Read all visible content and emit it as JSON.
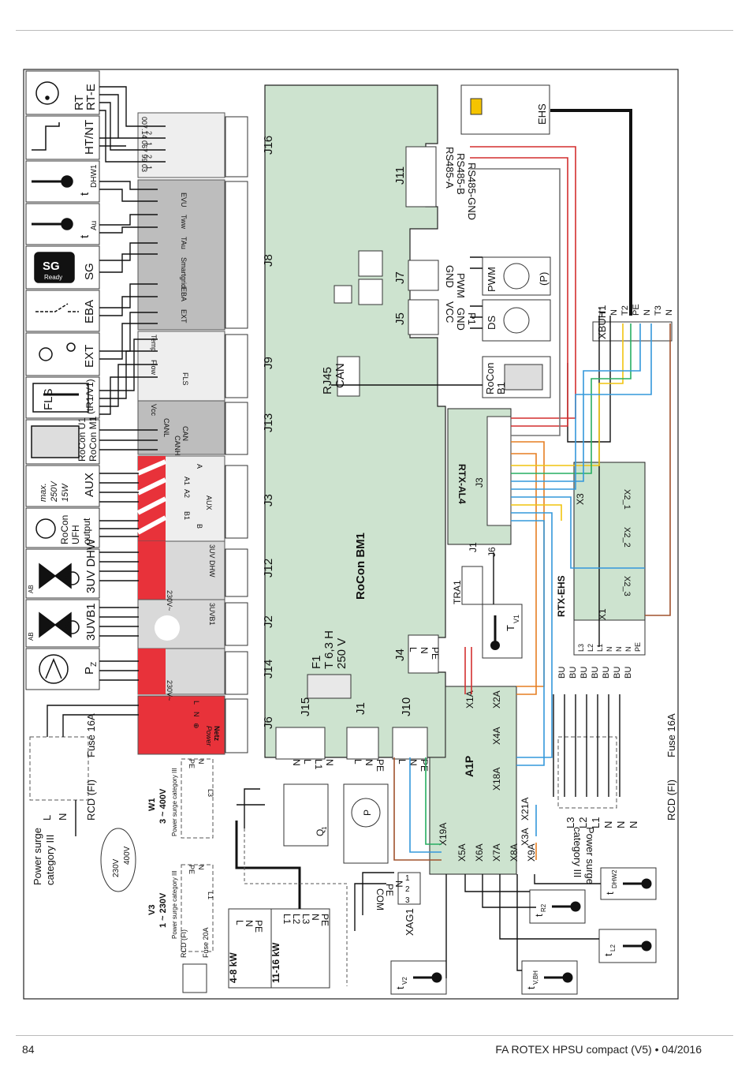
{
  "footer": {
    "page_number": "84",
    "doc_ref": "FA ROTEX HPSU compact (V5) • 04/2016"
  },
  "devices": {
    "rt": [
      "RT",
      "RT-E"
    ],
    "ht_nt": "HT/NT",
    "tdhw1": "t",
    "tdhw1_sub": "DHW1",
    "tau": "t",
    "tau_sub": "Au",
    "sg": "SG",
    "sg_logo": "SG",
    "sg_logo_sub": "Ready",
    "eba": "EBA",
    "ext": "EXT",
    "fls": "FLS",
    "fls_sub": "(tR1/V1)",
    "rocon": [
      "RoCon U1",
      "RoCon M1"
    ],
    "max": [
      "max.",
      "250V",
      "15W"
    ],
    "aux": "AUX",
    "rocon_ufh": [
      "RoCon",
      "UFH",
      "output"
    ],
    "uv_dhw": "3UV DHW",
    "uvb1": "3UVB1",
    "pz": "P",
    "pz_sub": "Z",
    "ab": "AB"
  },
  "mainboard": {
    "label": "RoCon BM1",
    "partnum": "007.14 067 99 03",
    "connectors": [
      "J16",
      "J8",
      "J9",
      "J13",
      "J3",
      "J12",
      "J2",
      "J14",
      "J6"
    ],
    "j11": "J11",
    "j7": "J7",
    "j5": "J5",
    "j4": "J4",
    "j15": "J15",
    "j1": "J1",
    "j10": "J10",
    "rj45": [
      "RJ45",
      "CAN"
    ],
    "fuse": [
      "F1",
      "T 6,3 H",
      "250 V"
    ]
  },
  "terminal_blocks": {
    "j16_pins": [
      "2",
      "1",
      "2",
      "1"
    ],
    "j8_groups": [
      "EVU",
      "Tww",
      "TAu",
      "Smartgrid",
      "EBA",
      "EXT"
    ],
    "j9": {
      "group": "FLS",
      "pins": [
        "Temp",
        "Flow",
        "⊥",
        "+"
      ]
    },
    "j13": {
      "group": "CAN",
      "pins": [
        "Vcc",
        "CANL",
        "CANH"
      ]
    },
    "j3": {
      "group": "AUX",
      "pins": [
        "A",
        "A1",
        "A2",
        "B1",
        "B"
      ]
    },
    "v230_1": "230V~",
    "v230_2": "230V~",
    "dhw_label": "3UV DHW",
    "uvb1_label": "3UVB1",
    "netz": "Netz",
    "power": "Power",
    "pins_lnpe": [
      "L",
      "N",
      "⊕"
    ]
  },
  "rs485": [
    "RS485-A",
    "RS485-B",
    "RS485-GND"
  ],
  "ehs": "EHS",
  "pwm": {
    "pins": [
      "GND",
      "PWM"
    ],
    "label": "PWM",
    "sub": "(P)"
  },
  "ds": {
    "pins": [
      "VCC",
      "GND",
      "P1"
    ],
    "label": "DS"
  },
  "rocon_b1": [
    "RoCon",
    "B1"
  ],
  "xbuh1": {
    "label": "XBUH1",
    "pins": [
      "T1",
      "N",
      "T2",
      "PE",
      "N",
      "T3",
      "N"
    ]
  },
  "rtx_al4": {
    "label": "RTX-AL4",
    "j3": "J3",
    "j1": "J1",
    "j6": "J6",
    "x3": "X3"
  },
  "tra1": "TRA1",
  "tv1": "T",
  "tv1_sub": "V1",
  "rtx_ehs": {
    "label": "RTX-EHS",
    "x2": [
      "X2_1",
      "X2_2",
      "X2_3"
    ],
    "x1": "X1",
    "x1_pins": [
      "L3",
      "L2",
      "L1",
      "N",
      "N",
      "N",
      "PE"
    ]
  },
  "bu_labels": [
    "BU",
    "BU",
    "BU",
    "BU",
    "BU",
    "BU",
    "BU"
  ],
  "a1p": {
    "label": "A1P",
    "connectors": [
      "X1A",
      "X2A",
      "X4A",
      "X18A",
      "X21A",
      "X19A",
      "X3A",
      "X5A",
      "X6A",
      "X7A",
      "X8A",
      "X9A"
    ]
  },
  "xag1": {
    "label": "XAG1",
    "pins": [
      "N",
      "PE",
      "COM"
    ],
    "nums": [
      "1",
      "2",
      "3"
    ]
  },
  "power_left": {
    "surge": [
      "Power surge",
      "category III"
    ],
    "rcd": "RCD (FI)",
    "fuse": "Fuse 16A",
    "l": "L",
    "n": "N"
  },
  "power_right": {
    "surge": [
      "Power surge",
      "category III"
    ],
    "rcd": "RCD (FI)",
    "fuse": "Fuse 16A",
    "pins": [
      "L3",
      "L2",
      "L1",
      "N",
      "N",
      "N"
    ]
  },
  "w1": {
    "label": "W1",
    "sub": "3 ~ 400V",
    "cat": "Power surge category III"
  },
  "v3": {
    "label": "V3",
    "sub": "1 ~ 230V",
    "cat": "Power surge category III"
  },
  "rcd_small": "RCD (FI)",
  "fuse20": "Fuse 20A",
  "cloud": [
    "230V",
    "400V"
  ],
  "ehs_4_8": "4-8 kW",
  "ehs_11_16": "11-16 kW",
  "ehs_pins_a": [
    "L",
    "N",
    "PE"
  ],
  "ehs_pins_b": [
    "L1",
    "L2",
    "L3",
    "N",
    "PE"
  ],
  "j15_pins": [
    "N",
    "L",
    "L1",
    "N"
  ],
  "j1_pins": [
    "L",
    "N",
    "PE"
  ],
  "j10_pins": [
    "L",
    "N",
    "PE"
  ],
  "q1": "Q",
  "q1_sub": "1",
  "p": "P",
  "sensors": [
    {
      "t": "t",
      "sub": "DHW2"
    },
    {
      "t": "t",
      "sub": "R2"
    },
    {
      "t": "t",
      "sub": "L2"
    },
    {
      "t": "t",
      "sub": "V,BH"
    },
    {
      "t": "t",
      "sub": "V2"
    }
  ],
  "pe_pins": [
    "PE",
    "N",
    "L1",
    "L2",
    "L3",
    "N",
    "PE"
  ],
  "j4_pins": [
    "L",
    "N",
    "PE"
  ]
}
